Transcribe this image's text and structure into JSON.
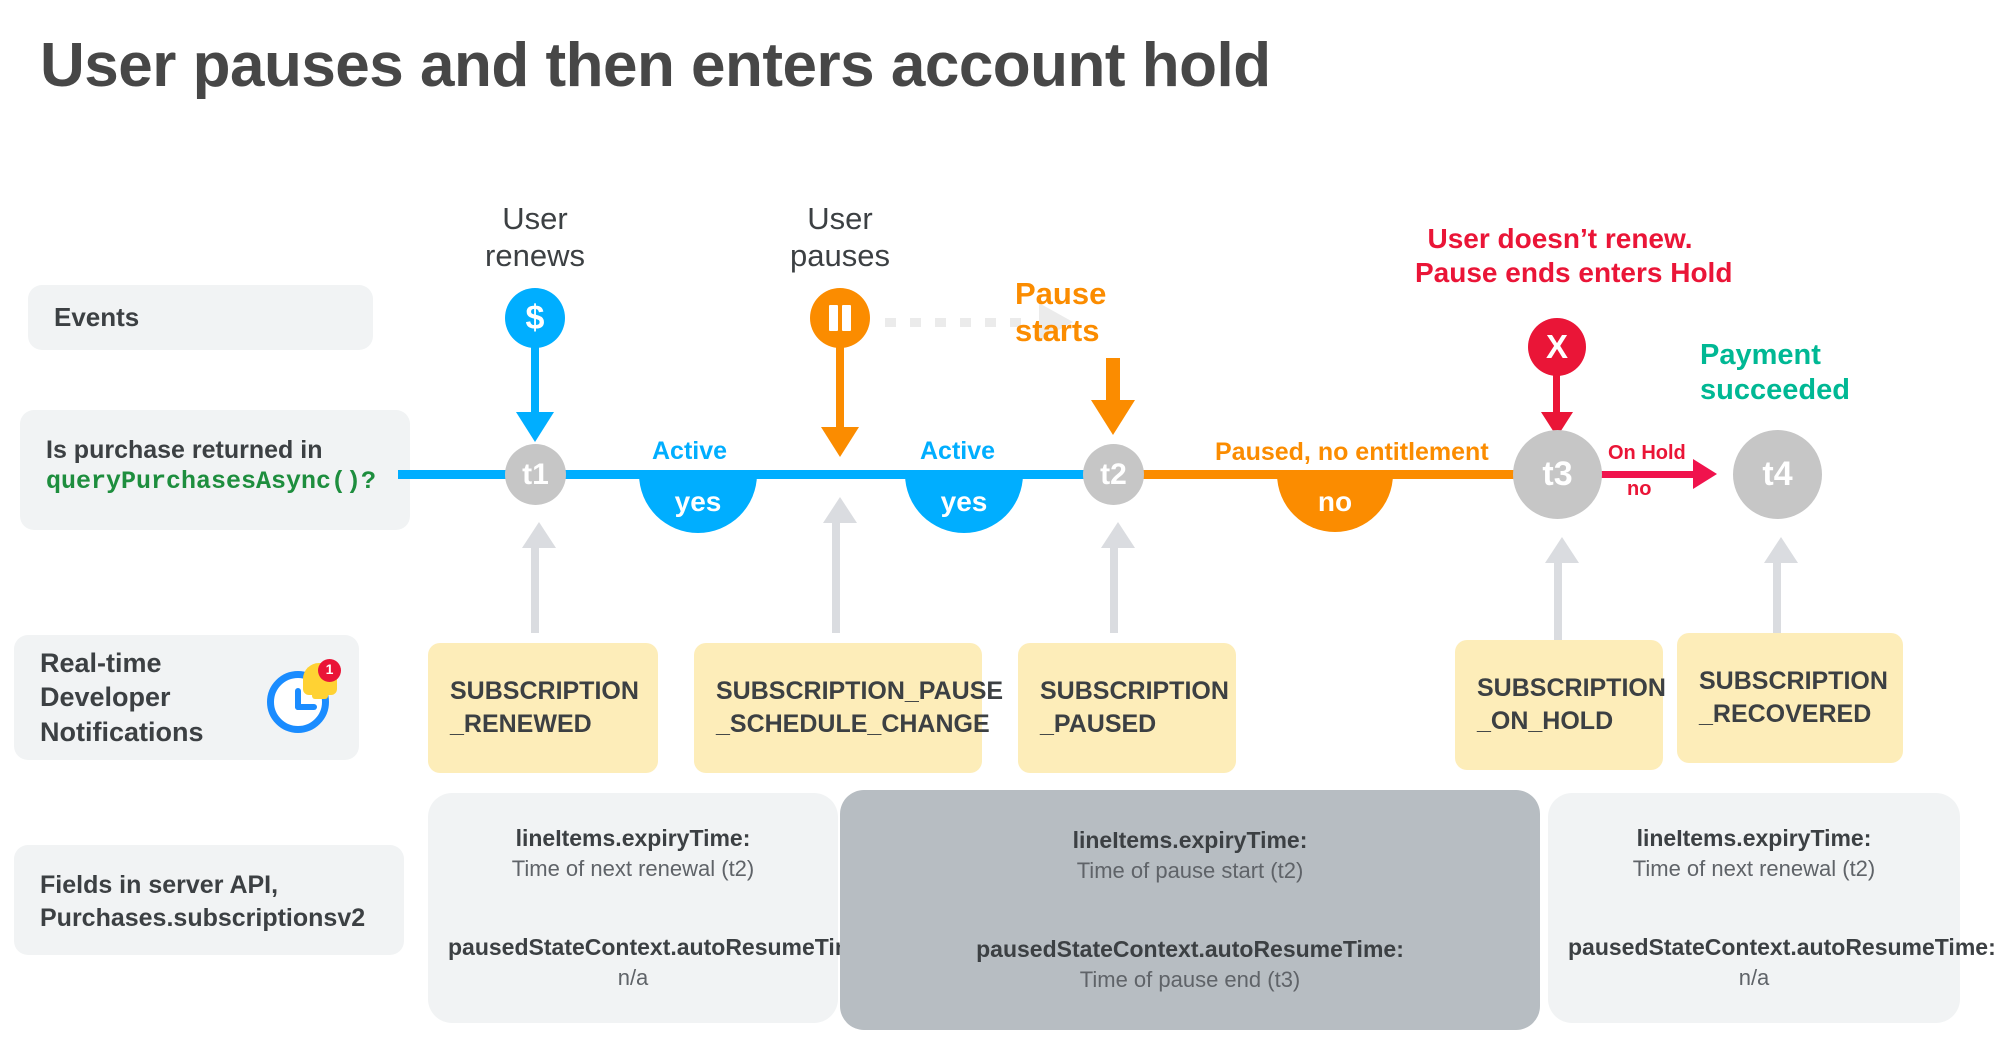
{
  "title": "User pauses and then enters account hold",
  "row_labels": {
    "events": "Events",
    "query_line1": "Is purchase returned in",
    "query_code": "queryPurchasesAsync()?",
    "rtdn": "Real-time\nDeveloper\nNotifications",
    "rtdn_line1": "Real-time",
    "rtdn_line2": "Developer",
    "rtdn_line3": "Notifications",
    "rtdn_badge": "1",
    "fields_line1": "Fields in server API,",
    "fields_line2": "Purchases.subscriptionsv2"
  },
  "events": [
    {
      "label_line1": "User",
      "label_line2": "renews",
      "glyph": "$",
      "color": "#00aeff",
      "icon": "dollar-icon"
    },
    {
      "label_line1": "User",
      "label_line2": "pauses",
      "glyph": "‖",
      "color": "#fb8c00",
      "icon": "pause-icon"
    },
    {
      "label_line1": "Pause",
      "label_line2": "starts",
      "color": "#fb8c00",
      "icon": "pause-starts-arrow"
    },
    {
      "label_line1": "User doesn’t renew.",
      "label_line2": "Pause ends enters Hold",
      "glyph": "X",
      "color": "#ea1537",
      "icon": "x-icon"
    },
    {
      "label_line1": "Payment",
      "label_line2": "succeeded",
      "color": "#00b894",
      "icon": "payment-succeeded-label"
    }
  ],
  "timeline": {
    "nodes": [
      {
        "id": "t1",
        "label": "t1"
      },
      {
        "id": "t2",
        "label": "t2"
      },
      {
        "id": "t3",
        "label": "t3"
      },
      {
        "id": "t4",
        "label": "t4"
      }
    ],
    "segments": [
      {
        "label": "Active",
        "answer": "yes",
        "color": "#00aeff"
      },
      {
        "label": "Active",
        "answer": "yes",
        "color": "#00aeff"
      },
      {
        "label": "Paused, no entitlement",
        "answer": "no",
        "color": "#fb8c00"
      },
      {
        "label": "On Hold",
        "answer": "no",
        "color": "#f0134d"
      }
    ]
  },
  "notifications": [
    {
      "line1": "SUBSCRIPTION",
      "line2": "_RENEWED"
    },
    {
      "line1": "SUBSCRIPTION_PAUSE",
      "line2": "_SCHEDULE_CHANGE"
    },
    {
      "line1": "SUBSCRIPTION",
      "line2": "_PAUSED"
    },
    {
      "line1": "SUBSCRIPTION",
      "line2": "_ON_HOLD"
    },
    {
      "line1": "SUBSCRIPTION",
      "line2": "_RECOVERED"
    }
  ],
  "field_boxes": [
    {
      "variant": "light",
      "key1": "lineItems.expiryTime:",
      "val1": "Time of next renewal (t2)",
      "key2": "pausedStateContext.autoResumeTime:",
      "val2": "n/a"
    },
    {
      "variant": "dark",
      "key1": "lineItems.expiryTime:",
      "val1": "Time of pause start (t2)",
      "key2": "pausedStateContext.autoResumeTime:",
      "val2": "Time of pause end (t3)"
    },
    {
      "variant": "light",
      "key1": "lineItems.expiryTime:",
      "val1": "Time of next renewal (t2)",
      "key2": "pausedStateContext.autoResumeTime:",
      "val2": "n/a"
    }
  ],
  "colors": {
    "blue": "#00aeff",
    "orange": "#fb8c00",
    "red": "#ea1537",
    "crimson": "#f0134d",
    "teal": "#00b894",
    "green_code": "#1e8e3e",
    "gray_node": "#c6c6c6",
    "chip_bg": "#f1f3f4",
    "rtdn_bg": "#fdedb9",
    "dark_box": "#b7bdc2"
  }
}
